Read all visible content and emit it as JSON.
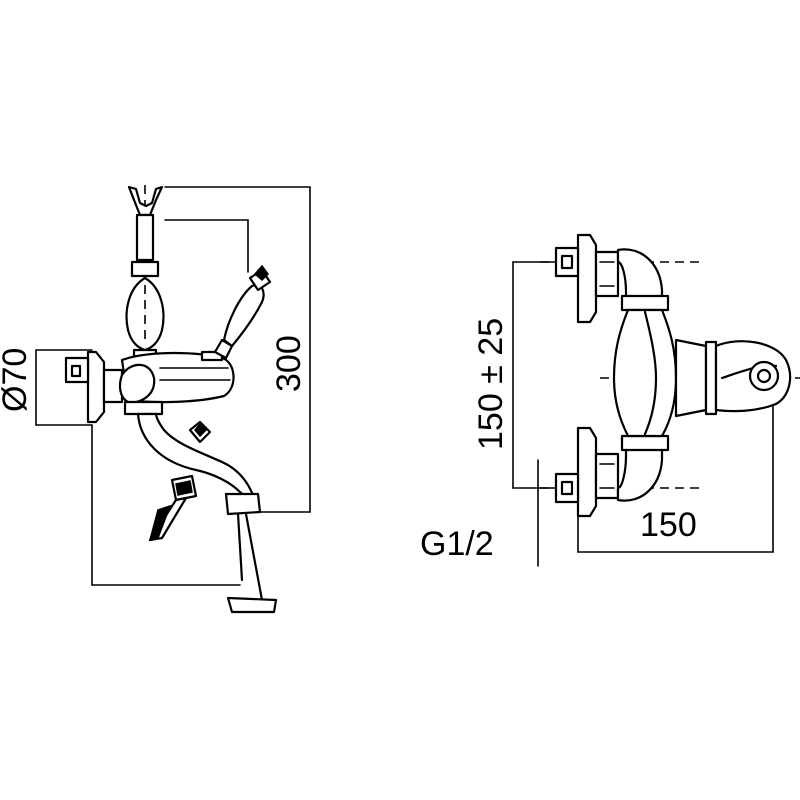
{
  "dimensions": {
    "side_diameter": "Ø70",
    "side_height": "300",
    "front_spacing": "150 ± 25",
    "front_connection": "G1/2",
    "front_depth": "150"
  },
  "colors": {
    "line": "#000000",
    "background": "#ffffff"
  }
}
